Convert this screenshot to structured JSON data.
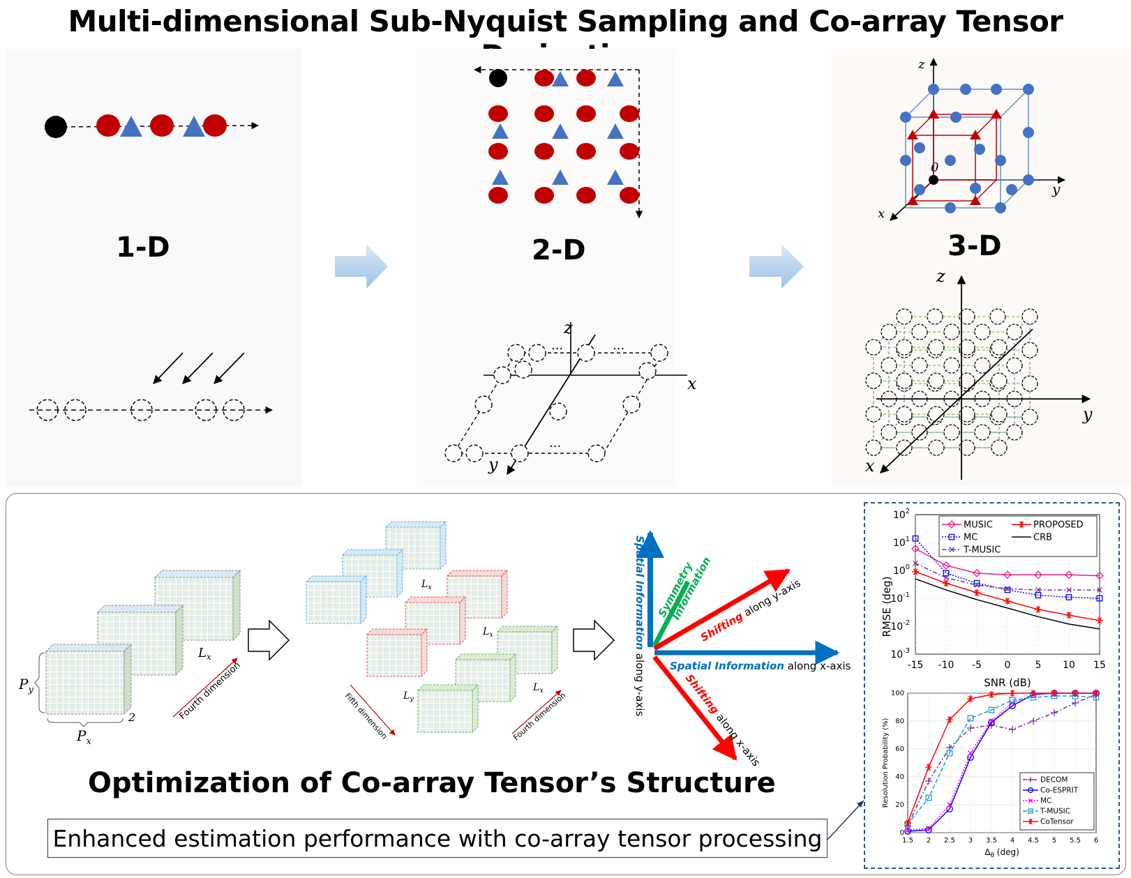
{
  "title": "Multi-dimensional Sub-Nyquist Sampling and Co-array Tensor Derivation",
  "panels": {
    "one_d": "1-D",
    "two_d": "2-D",
    "three_d": "3-D"
  },
  "axes": {
    "x": "x",
    "y": "y",
    "z": "z",
    "origin": "0",
    "dots": "···"
  },
  "tensor": {
    "py": "P",
    "py_sub": "y",
    "px": "P",
    "px_sub": "x",
    "lx": "L",
    "lx_sub": "x",
    "ly": "L",
    "ly_sub": "y",
    "two": "2",
    "fourth_dimension": "Fourth dimension",
    "fifth_dimension": "Fifth dimension"
  },
  "info_diagram": {
    "spatial_y_italic": "Spatial Information",
    "spatial_y_rest": " along y-axis",
    "symmetry_line1": "Symmetry",
    "symmetry_line2": "Information",
    "shift_y_italic": "Shifting",
    "shift_y_rest": " along y-axis",
    "spatial_x_italic": "Spatial Information",
    "spatial_x_rest": " along x-axis",
    "shift_x_italic": "Shifting",
    "shift_x_rest": " along x-axis"
  },
  "optimization_title": "Optimization of Co-array Tensor’s Structure",
  "enhanced_text": "Enhanced estimation performance with co-array tensor processing",
  "colors": {
    "red": "#c00000",
    "blue": "#4472c4",
    "black": "#000000",
    "arrow_blue": "#9dc3e6"
  },
  "chart_data": [
    {
      "type": "line",
      "xlabel": "SNR (dB)",
      "ylabel": "RMSE (deg)",
      "yscale": "log",
      "ylim": [
        0.001,
        100
      ],
      "xlim": [
        -15,
        15
      ],
      "x": [
        -15,
        -10,
        -5,
        0,
        5,
        10,
        15
      ],
      "xticks": [
        "-15",
        "-10",
        "-5",
        "0",
        "5",
        "10",
        "15"
      ],
      "yticks": [
        {
          "base": "10",
          "exp": "2",
          "value": 100
        },
        {
          "base": "10",
          "exp": "1",
          "value": 10
        },
        {
          "base": "10",
          "exp": "0",
          "value": 1
        },
        {
          "base": "10",
          "exp": "-1",
          "value": 0.1
        },
        {
          "base": "10",
          "exp": "-2",
          "value": 0.01
        },
        {
          "base": "10",
          "exp": "-3",
          "value": 0.001
        }
      ],
      "grid": true,
      "legend": "top",
      "series": [
        {
          "name": "MUSIC",
          "color": "#e91e8c",
          "marker": "diamond",
          "dash": "solid",
          "values": [
            6,
            1.5,
            0.8,
            0.7,
            0.7,
            0.7,
            0.65
          ]
        },
        {
          "name": "PROPOSED",
          "color": "#ff0000",
          "marker": "star",
          "dash": "solid",
          "values": [
            0.9,
            0.35,
            0.16,
            0.08,
            0.04,
            0.025,
            0.016
          ]
        },
        {
          "name": "MC",
          "color": "#0000ff",
          "marker": "square",
          "dash": "dotted",
          "values": [
            14,
            0.8,
            0.35,
            0.2,
            0.13,
            0.11,
            0.1
          ]
        },
        {
          "name": "CRB",
          "color": "#000000",
          "marker": "none",
          "dash": "solid",
          "values": [
            0.5,
            0.2,
            0.09,
            0.045,
            0.022,
            0.012,
            0.008
          ]
        },
        {
          "name": "T-MUSIC",
          "color": "#7030a0",
          "marker": "x",
          "dash": "dashdot",
          "values": [
            1.8,
            0.55,
            0.3,
            0.22,
            0.2,
            0.2,
            0.2
          ]
        }
      ]
    },
    {
      "type": "line",
      "xlabel": "Δθ (deg)",
      "xlabel_main": "Δ",
      "xlabel_sub": "θ",
      "xlabel_rest": " (deg)",
      "ylabel": "Resolution Probability (%)",
      "ylim": [
        0,
        100
      ],
      "xlim": [
        1.5,
        6
      ],
      "x": [
        1.5,
        2,
        2.5,
        3,
        3.5,
        4,
        4.5,
        5,
        5.5,
        6
      ],
      "xticks": [
        "1.5",
        "2",
        "2.5",
        "3",
        "3.5",
        "4",
        "4.5",
        "5",
        "5.5",
        "6"
      ],
      "yticks": [
        "0",
        "20",
        "40",
        "60",
        "80",
        "100"
      ],
      "grid": true,
      "legend": "bottom-right",
      "series": [
        {
          "name": "DECOM",
          "color": "#7030a0",
          "marker": "plus",
          "dash": "dashdot",
          "values": [
            5,
            37,
            61,
            75,
            77,
            74,
            80,
            86,
            93,
            99
          ]
        },
        {
          "name": "Co-ESPRIT",
          "color": "#0000ff",
          "marker": "circle",
          "dash": "solid",
          "values": [
            1,
            2,
            17,
            54,
            79,
            91,
            99,
            100,
            100,
            100
          ]
        },
        {
          "name": "MC",
          "color": "#ff00ff",
          "marker": "x",
          "dash": "dotted",
          "values": [
            2,
            3,
            20,
            57,
            80,
            93,
            99,
            100,
            100,
            100
          ]
        },
        {
          "name": "T-MUSIC",
          "color": "#1f9bd7",
          "marker": "square",
          "dash": "dashed",
          "values": [
            6,
            25,
            57,
            82,
            88,
            95,
            97,
            98,
            98,
            97
          ]
        },
        {
          "name": "CoTensor",
          "color": "#ff0000",
          "marker": "star",
          "dash": "solid",
          "values": [
            7,
            47,
            81,
            96,
            99,
            100,
            100,
            100,
            100,
            100
          ]
        }
      ]
    }
  ]
}
